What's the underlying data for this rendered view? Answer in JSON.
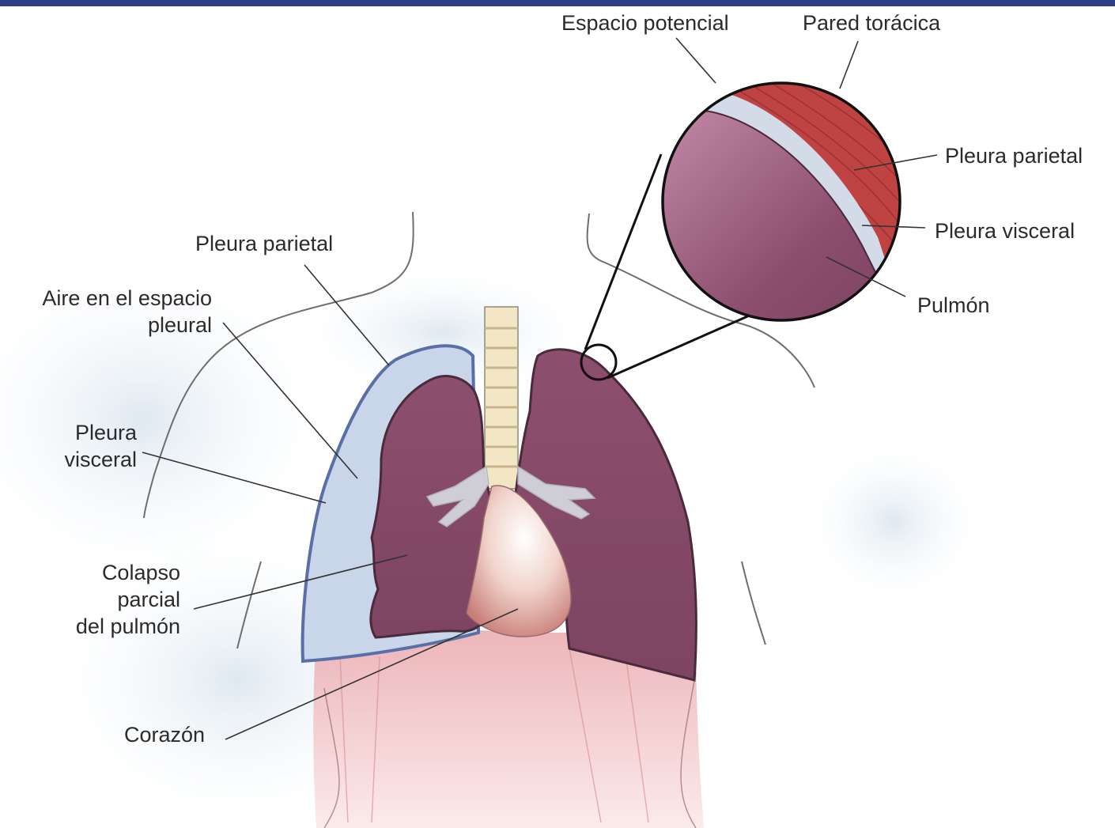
{
  "labels": {
    "left": {
      "pleura_parietal": "Pleura parietal",
      "aire_line1": "Aire en el espacio",
      "aire_line2": "pleural",
      "visceral_line1": "Pleura",
      "visceral_line2": "visceral",
      "colapso_line1": "Colapso",
      "colapso_line2": "parcial",
      "colapso_line3": "del pulmón",
      "corazon": "Corazón"
    },
    "inset": {
      "espacio_potencial": "Espacio potencial",
      "pared_toracica": "Pared torácica",
      "pleura_parietal": "Pleura parietal",
      "pleura_visceral": "Pleura visceral",
      "pulmon": "Pulmón"
    }
  },
  "colors": {
    "topbar": "#2f3f86",
    "lung": "#8a4d6b",
    "lung_outline": "#4a2a3d",
    "pleural_air": "#c9d6ea",
    "pleura_outline": "#5a6fa8",
    "heart": "#e8b9ab",
    "chest_wall": "#c0403f",
    "diaphragm": "#f2c9cc"
  }
}
